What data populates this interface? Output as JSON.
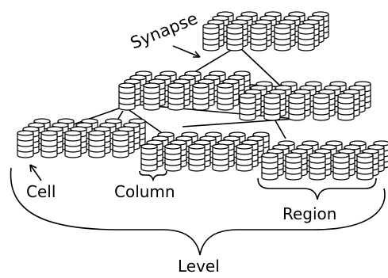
{
  "labels": {
    "synapse": "Synapse",
    "cell": "Cell",
    "column": "Column",
    "region": "Region",
    "level": "Level"
  },
  "colors": {
    "stroke": "#000000",
    "fill": "#ffffff",
    "background": "#ffffff"
  }
}
